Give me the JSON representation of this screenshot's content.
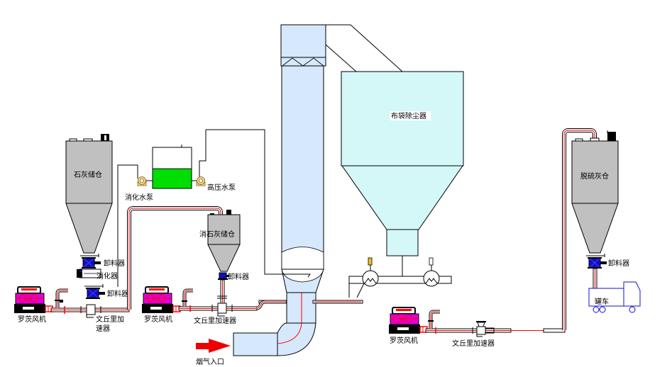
{
  "labels": {
    "lime_silo": "石灰储仓",
    "slaking_water_pump": "消化水泵",
    "high_pressure_pump": "高压水泵",
    "hydrated_lime_silo": "消石灰储仓",
    "bag_filter": "布袋除尘器",
    "desulf_ash_silo": "脱硫灰仓",
    "feeder_1": "卸料器",
    "slaker": "消化器",
    "feeder_2": "卸料器",
    "feeder_3": "卸料器",
    "feeder_4": "卸料器",
    "blower_1": "罗茨风机",
    "blower_2": "罗茨风机",
    "blower_3": "罗茨风机",
    "venturi_1_line1": "文丘里加",
    "venturi_1_line2": "速器",
    "venturi_2": "文丘里加速器",
    "venturi_3": "文丘里加速器",
    "tanker_truck": "罐车",
    "flue_gas_inlet": "烟气入口"
  },
  "colors": {
    "tower_fill": "#d6e8fc",
    "filter_fill": "#d4f7f7",
    "silo_fill": "#c0c0c0",
    "water_fill": "#00dd00",
    "pipe_core": "#ff0000",
    "feeder_blue": "#1010c0",
    "blower_magenta": "#e000e0",
    "pump_fill": "#f8d880",
    "truck_blue": "#1010d0",
    "valve_yellow": "#f0c020"
  },
  "water_tank_level": 0.48
}
